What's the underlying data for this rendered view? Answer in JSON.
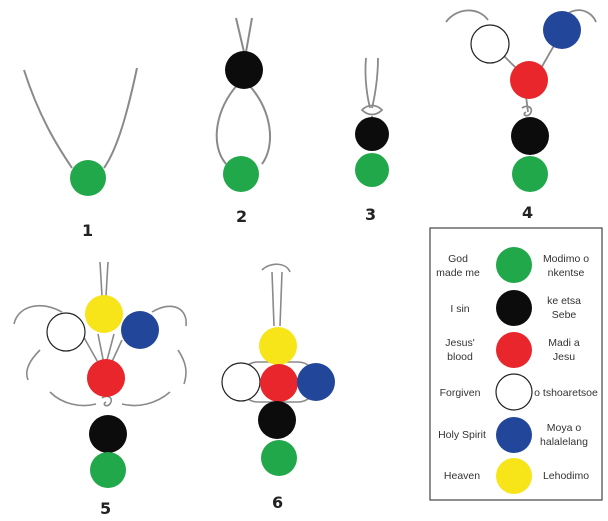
{
  "colors": {
    "green": "#21a84a",
    "black": "#0c0c0c",
    "red": "#e8262b",
    "white": "#ffffff",
    "blue": "#22479a",
    "yellow": "#f7e51a",
    "cord": "#8a8a8a"
  },
  "steps": [
    "1",
    "2",
    "3",
    "4",
    "5",
    "6"
  ],
  "legend": {
    "rows": [
      {
        "left": [
          "God",
          "made me"
        ],
        "right": [
          "Modimo o",
          "nkentse"
        ],
        "color": "green"
      },
      {
        "left": [
          "I sin"
        ],
        "right": [
          "ke etsa",
          "Sebe"
        ],
        "color": "black"
      },
      {
        "left": [
          "Jesus'",
          "blood"
        ],
        "right": [
          "Madi a",
          "Jesu"
        ],
        "color": "red"
      },
      {
        "left": [
          "Forgiven"
        ],
        "right": [
          "o tshoaretsoe"
        ],
        "color": "white"
      },
      {
        "left": [
          "Holy Spirit"
        ],
        "right": [
          "Moya o",
          "halalelang"
        ],
        "color": "blue"
      },
      {
        "left": [
          "Heaven"
        ],
        "right": [
          "Lehodimo"
        ],
        "color": "yellow"
      }
    ]
  }
}
